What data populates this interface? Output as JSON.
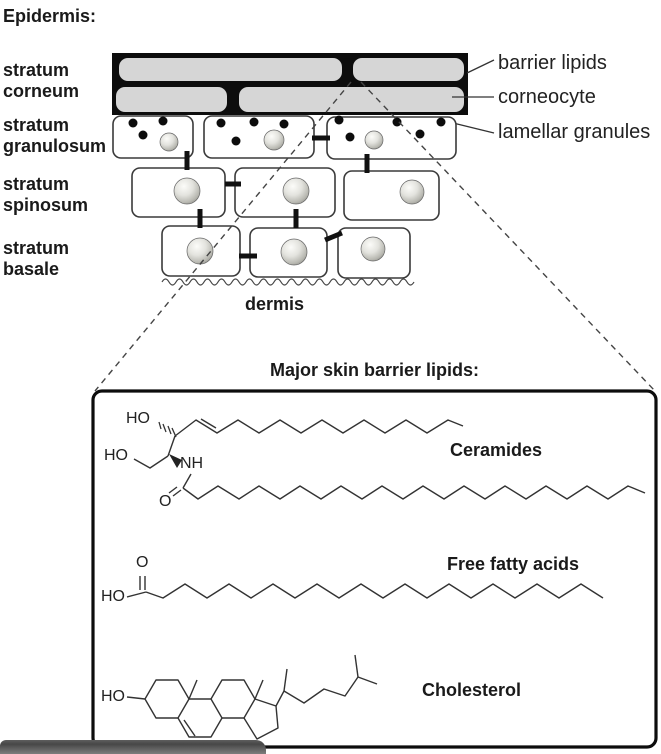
{
  "figure": {
    "title": "Epidermis:",
    "epidermis_layers": [
      {
        "line1": "stratum",
        "line2": "corneum"
      },
      {
        "line1": "stratum",
        "line2": "granulosum"
      },
      {
        "line1": "stratum",
        "line2": "spinosum"
      },
      {
        "line1": "stratum",
        "line2": "basale"
      }
    ],
    "callouts": {
      "barrier_lipids": "barrier lipids",
      "corneocyte": "corneocyte",
      "lamellar_granules": "lamellar granules"
    },
    "dermis_label": "dermis",
    "lipid_panel": {
      "title": "Major skin barrier lipids:",
      "lipids": [
        {
          "name": "Ceramides",
          "atoms": [
            "HO",
            "HO",
            "NH",
            "O"
          ]
        },
        {
          "name": "Free fatty acids",
          "atoms": [
            "O",
            "HO"
          ]
        },
        {
          "name": "Cholesterol",
          "atoms": [
            "HO"
          ]
        }
      ]
    },
    "colors": {
      "corneocyte_fill": "#d6d6d6",
      "lipid_band_fill": "#0d0d0d",
      "cell_stroke": "#3a3a3a",
      "overlay_bar_top": "#5e5e5e",
      "overlay_bar_bottom": "#7d7d7d"
    }
  }
}
